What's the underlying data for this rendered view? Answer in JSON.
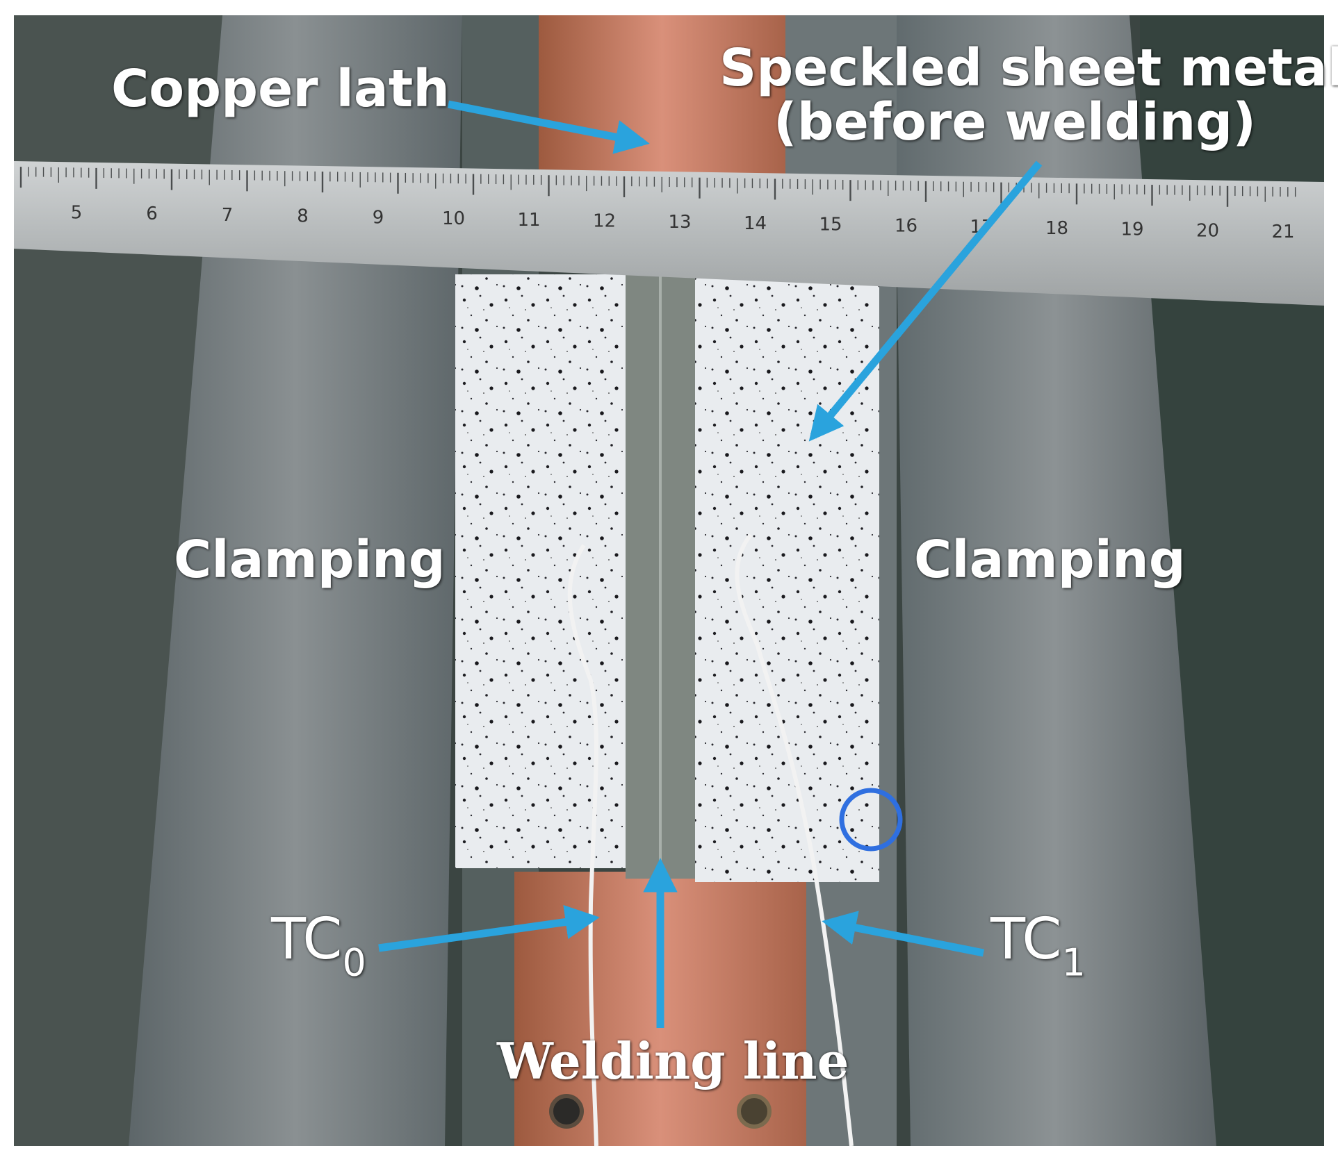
{
  "image": {
    "description_labels": {
      "copper_lath": "Copper lath",
      "speckled_line1": "Speckled sheet metal",
      "speckled_line2": "(before welding)",
      "clamping_left": "Clamping",
      "clamping_right": "Clamping",
      "tc0_main": "TC",
      "tc0_sub": "0",
      "tc1_main": "TC",
      "tc1_sub": "1",
      "welding_line": "Welding line"
    },
    "ruler": {
      "numbers": [
        "5",
        "6",
        "7",
        "8",
        "9",
        "10",
        "11",
        "12",
        "13",
        "14",
        "15",
        "16",
        "17",
        "18",
        "19",
        "20",
        "21"
      ]
    },
    "colors": {
      "arrow": "#2aa3dd",
      "copper": "#c0765a",
      "steel": "#6b7276",
      "background_dark": "#3a4440",
      "sheet": "#e9ecef",
      "ruler": "#b9bcbd"
    }
  }
}
